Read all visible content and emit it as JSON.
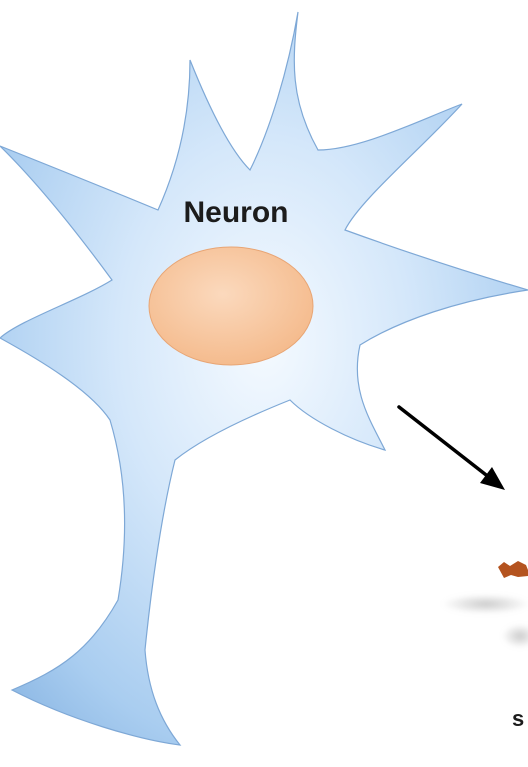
{
  "diagram": {
    "neuron_label": "Neuron",
    "partial_label": "s"
  },
  "colors": {
    "cell_body": "#a9cdf0",
    "cell_edge": "#7ea8d6",
    "nucleus": "#f8c49a",
    "arrow": "#000000",
    "fragment": "#b4531f"
  },
  "icons": [
    "neuron-cell-body",
    "nucleus",
    "arrow",
    "fragment"
  ]
}
